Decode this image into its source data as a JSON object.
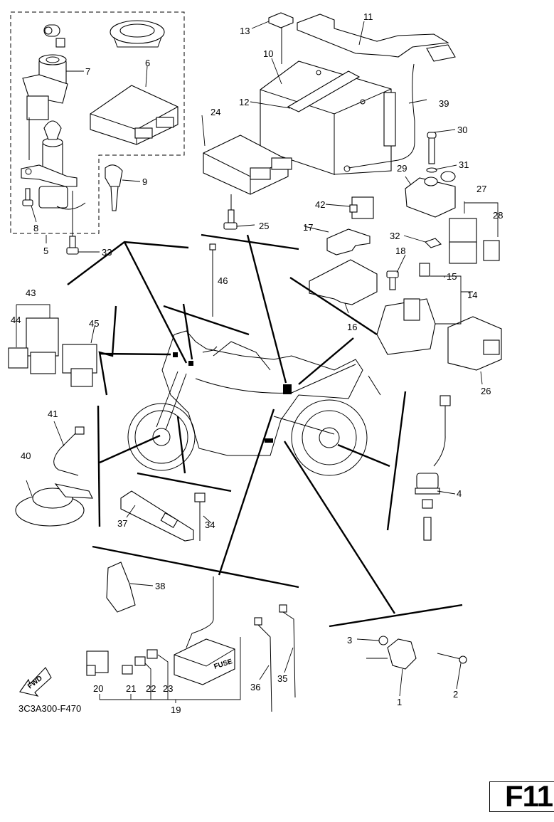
{
  "diagram": {
    "title_code": "3C3A300-F470",
    "page_id": "F11",
    "fwd_label": "FWD",
    "fuse_label": "FUSE",
    "callouts": {
      "p1": "1",
      "p2": "2",
      "p3": "3",
      "p4": "4",
      "p5": "5",
      "p6": "6",
      "p7": "7",
      "p8": "8",
      "p9": "9",
      "p10": "10",
      "p11": "11",
      "p12": "12",
      "p13": "13",
      "p14": "14",
      "p15": "15",
      "p16": "16",
      "p17": "17",
      "p18": "18",
      "p19": "19",
      "p20": "20",
      "p21": "21",
      "p22": "22",
      "p23": "23",
      "p24": "24",
      "p25": "25",
      "p26": "26",
      "p27": "27",
      "p28": "28",
      "p29": "29",
      "p30": "30",
      "p31": "31",
      "p32": "32",
      "p33": "33",
      "p34": "34",
      "p35": "35",
      "p36": "36",
      "p37": "37",
      "p38": "38",
      "p39": "39",
      "p40": "40",
      "p41": "41",
      "p42": "42",
      "p43": "43",
      "p44": "44",
      "p45": "45",
      "p46": "46"
    }
  }
}
